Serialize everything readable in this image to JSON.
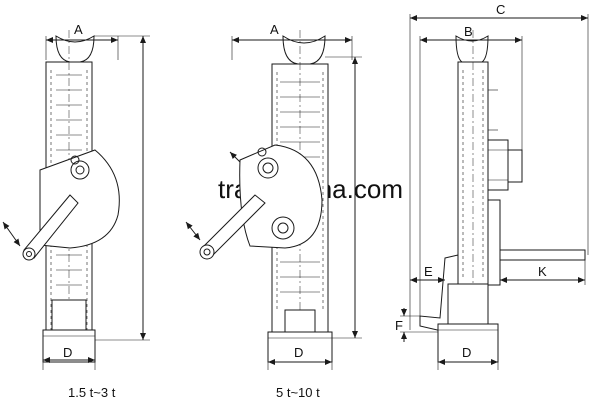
{
  "labels": {
    "dim_a_left": "A",
    "dim_a_middle": "A",
    "dim_b": "B",
    "dim_c": "C",
    "dim_d_left": "D",
    "dim_d_middle": "D",
    "dim_d_right": "D",
    "dim_e": "E",
    "dim_f": "F",
    "dim_k": "K"
  },
  "captions": {
    "left": "1.5 t~3 t",
    "middle": "5 t~10 t"
  },
  "watermark": "trade.china.com",
  "colors": {
    "line": "#1a1a1a",
    "watermark": "#d4d4d4",
    "background": "#ffffff"
  }
}
